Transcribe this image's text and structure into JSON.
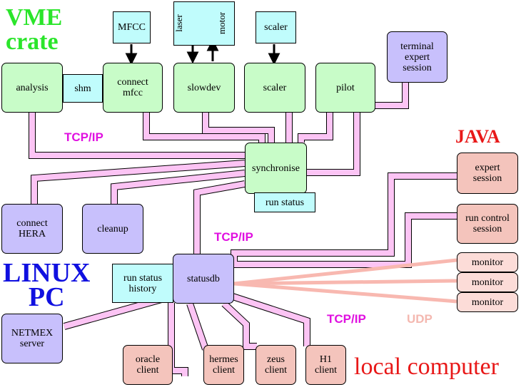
{
  "region_labels": {
    "vme": "VME\ncrate",
    "linux": "LINUX\nPC",
    "java": "JAVA",
    "local": "local computer"
  },
  "protocols": {
    "tcp_top": "TCP/IP",
    "tcp_mid": "TCP/IP",
    "tcp_bottom": "TCP/IP",
    "udp": "UDP"
  },
  "hardware": {
    "mfcc": "MFCC",
    "laser": "laser",
    "motor": "motor",
    "scaler": "scaler"
  },
  "nodes": {
    "analysis": "analysis",
    "shm": "shm",
    "connect_mfcc": "connect\nmfcc",
    "slowdev": "slowdev",
    "scaler": "scaler",
    "pilot": "pilot",
    "terminal": "terminal\nexpert\nsession",
    "synchronise": "synchronise",
    "run_status": "run status",
    "connect_hera": "connect\nHERA",
    "cleanup": "cleanup",
    "expert_session": "expert\nsession",
    "run_control": "run control\nsession",
    "statusdb": "statusdb",
    "run_status_history": "run status\nhistory",
    "monitor_1": "monitor",
    "monitor_2": "monitor",
    "monitor_3": "monitor",
    "netmex": "NETMEX\nserver",
    "oracle": "oracle\nclient",
    "hermes": "hermes\nclient",
    "zeus": "zeus\nclient",
    "h1": "H1\nclient"
  },
  "colors": {
    "vme_label": "#2be52b",
    "linux_label": "#1010e0",
    "java_label": "#e81818",
    "local_label": "#e81818",
    "tcp_label": "#e010e0",
    "udp_label": "#f4b8b0",
    "tcp_link": "#fcc4f4",
    "udp_link": "#f8b8b0"
  }
}
